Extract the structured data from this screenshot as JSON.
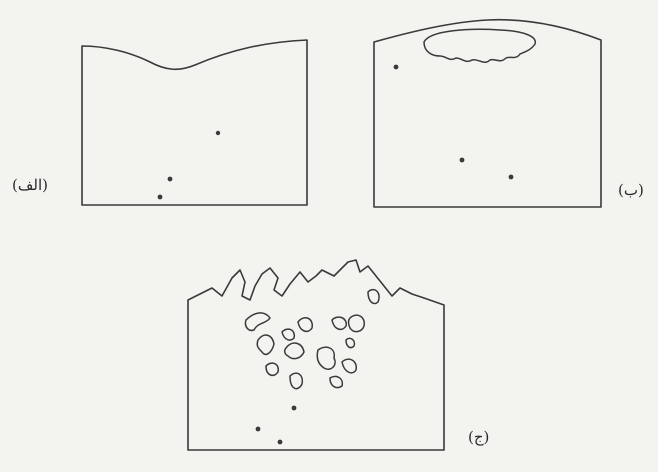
{
  "figure": {
    "panels": [
      {
        "id": "alef",
        "label": "(الف)"
      },
      {
        "id": "be",
        "label": "(ب)"
      },
      {
        "id": "jim",
        "label": "(ج)"
      }
    ]
  },
  "colors": {
    "line": "#3a3a3a",
    "background": "#f3f3ef"
  }
}
